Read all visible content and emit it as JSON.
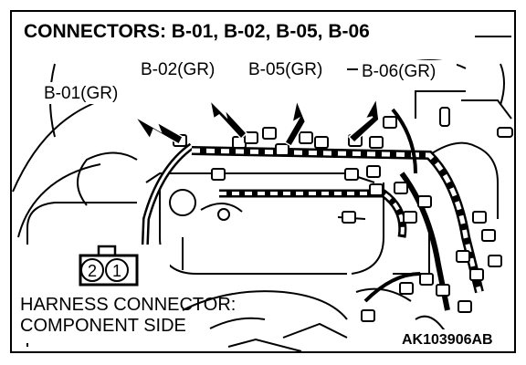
{
  "title": "CONNECTORS: B-01, B-02, B-05, B-06",
  "callouts": {
    "b01": "B-01(GR)",
    "b02": "B-02(GR)",
    "b05": "B-05(GR)",
    "b06": "B-06(GR)"
  },
  "inset": {
    "pin_left": "2",
    "pin_right": "1",
    "caption_line1": "HARNESS CONNECTOR:",
    "caption_line2": "COMPONENT SIDE"
  },
  "figure_code": "AK103906AB"
}
